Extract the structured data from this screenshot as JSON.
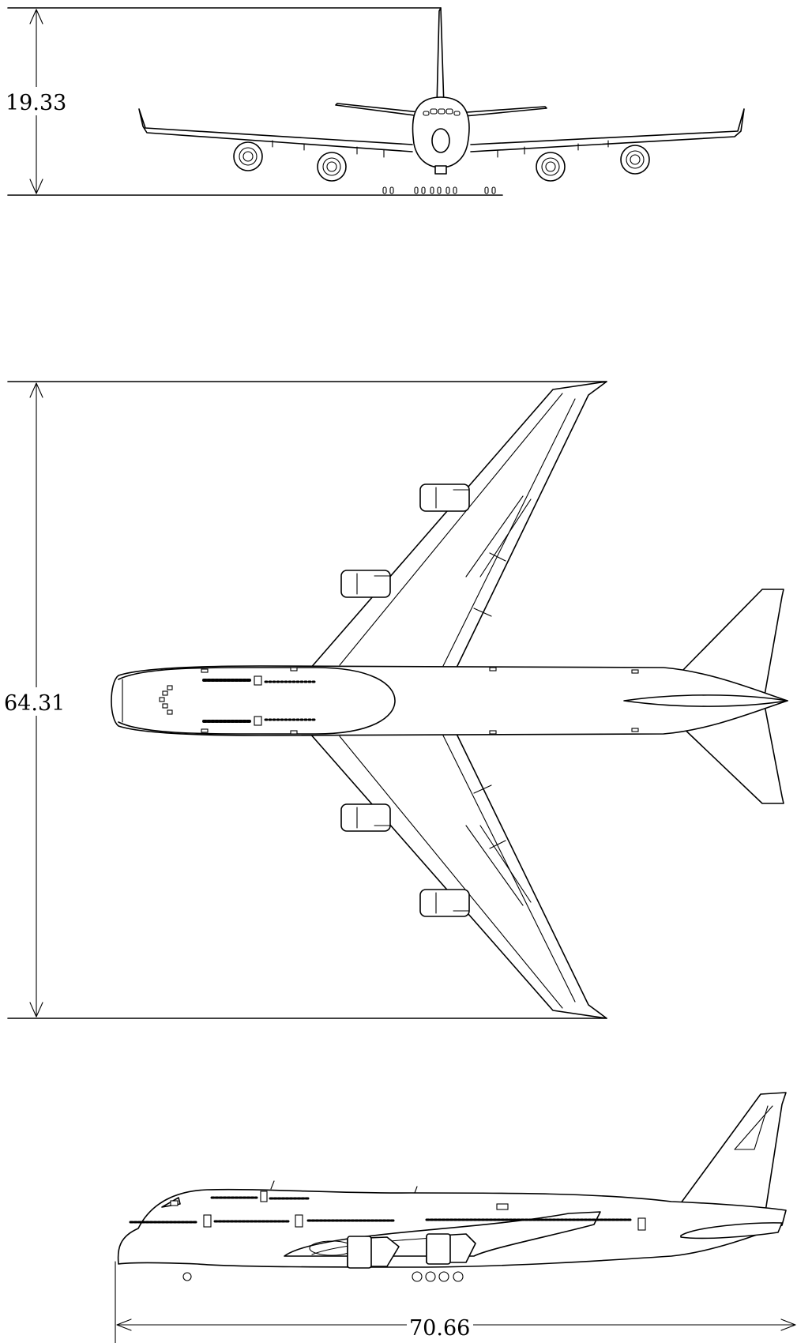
{
  "front_view": {
    "height_label": "19.33"
  },
  "top_view": {
    "wingspan_label": "64.31"
  },
  "side_view": {
    "length_label": "70.66"
  }
}
